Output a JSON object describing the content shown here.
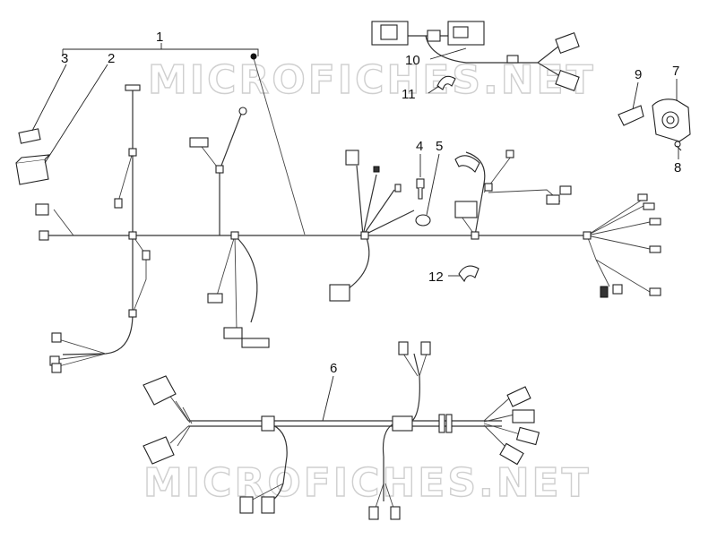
{
  "watermark": {
    "top": "MICROFICHES.NET",
    "bottom": "MICROFICHES.NET"
  },
  "callouts": {
    "c1": "1",
    "c2": "2",
    "c3": "3",
    "c4": "4",
    "c5": "5",
    "c6": "6",
    "c7": "7",
    "c8": "8",
    "c9": "9",
    "c10": "10",
    "c11": "11",
    "c12": "12"
  },
  "colors": {
    "line": "#333333",
    "watermark": "#cfcfcf",
    "background": "#ffffff"
  }
}
